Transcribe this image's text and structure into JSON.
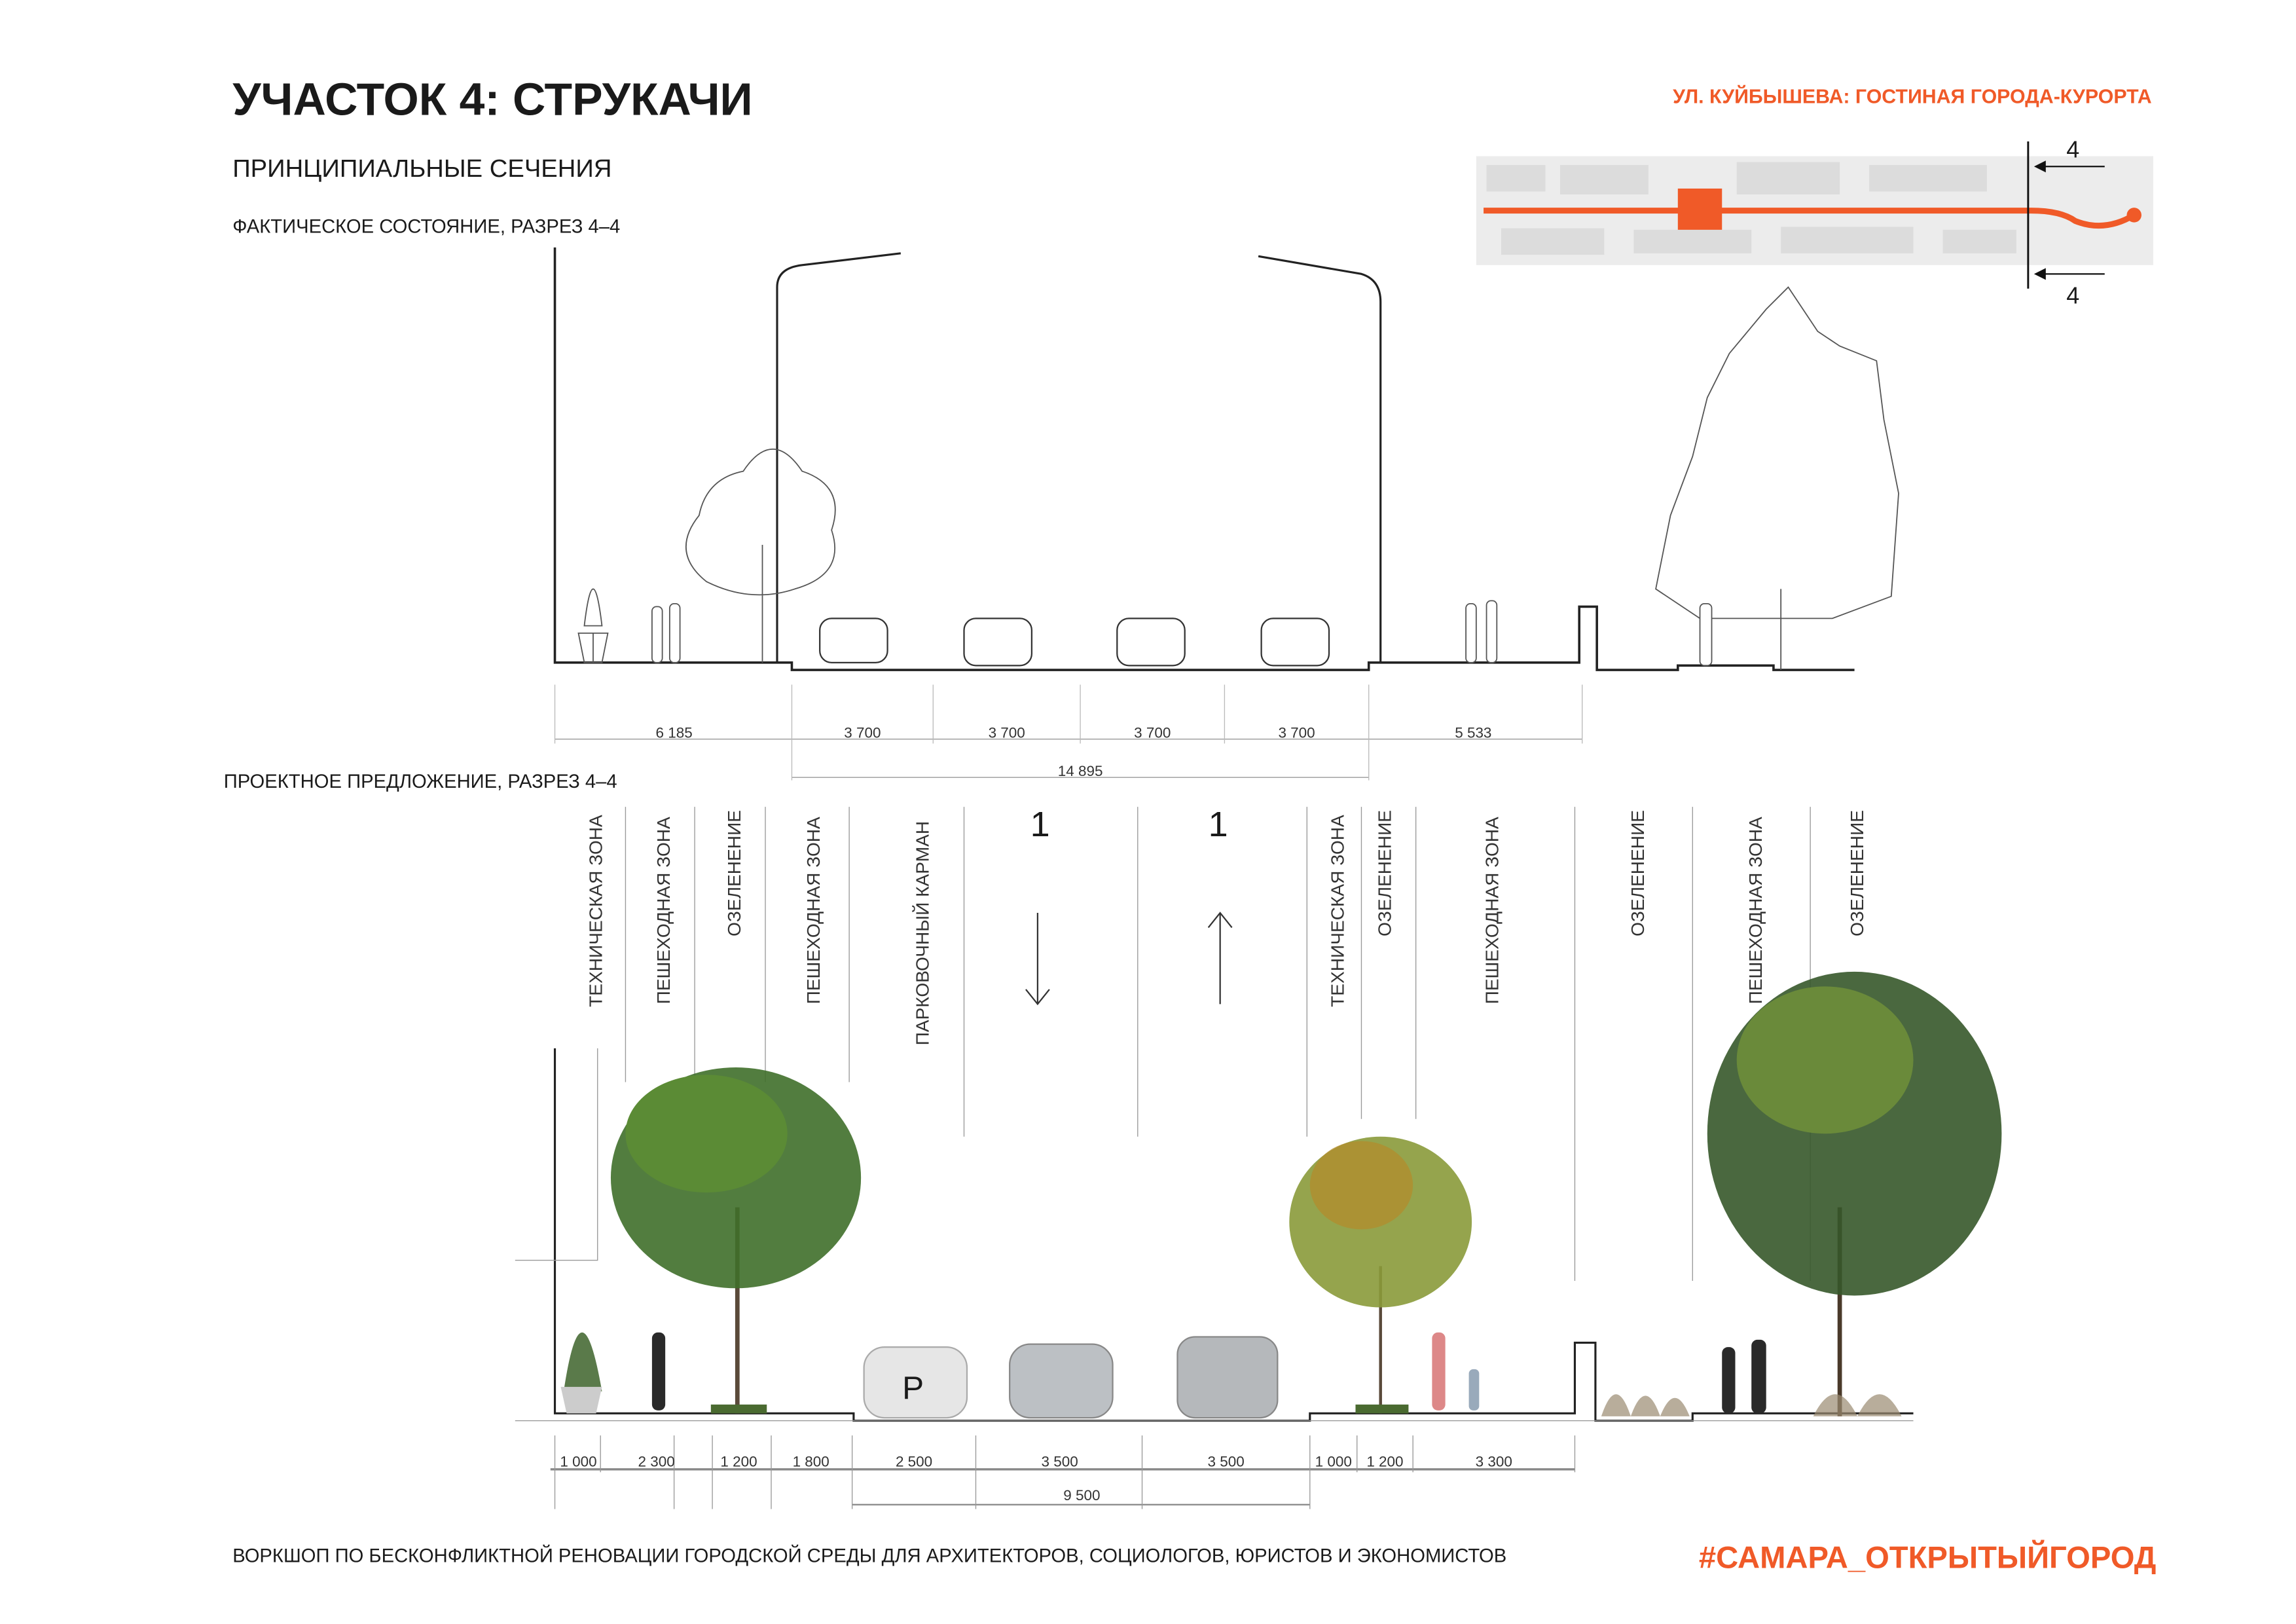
{
  "header": {
    "title": "УЧАСТОК 4: СТРУКАЧИ",
    "subtitle": "ПРИНЦИПИАЛЬНЫЕ СЕЧЕНИЯ",
    "project": "УЛ. КУЙБЫШЕВА: ГОСТИНАЯ ГОРОДА-КУРОРТА"
  },
  "colors": {
    "accent": "#f05a28",
    "text": "#1a1a1a"
  },
  "key_map": {
    "section_label_top": "4",
    "section_label_bottom": "4"
  },
  "existing": {
    "title": "ФАКТИЧЕСКОЕ СОСТОЯНИЕ, РАЗРЕЗ 4–4",
    "dims": [
      "6 185",
      "3 700",
      "3 700",
      "3 700",
      "3 700",
      "5 533"
    ],
    "total": "14 895"
  },
  "proposed": {
    "title": "ПРОЕКТНОЕ ПРЕДЛОЖЕНИЕ, РАЗРЕЗ 4–4",
    "zones": [
      "ТЕХНИЧЕСКАЯ ЗОНА",
      "ПЕШЕХОДНАЯ ЗОНА",
      "ОЗЕЛЕНЕНИЕ",
      "ПЕШЕХОДНАЯ ЗОНА",
      "ПАРКОВОЧНЫЙ КАРМАН",
      "ТЕХНИЧЕСКАЯ ЗОНА",
      "ОЗЕЛЕНЕНИЕ",
      "ПЕШЕХОДНАЯ ЗОНА",
      "ОЗЕЛЕНЕНИЕ",
      "ПЕШЕХОДНАЯ ЗОНА",
      "ОЗЕЛЕНЕНИЕ"
    ],
    "lanes": [
      "1",
      "1"
    ],
    "parking_sign": "P",
    "dims": [
      "1 000",
      "2 300",
      "1 200",
      "1 800",
      "2 500",
      "3 500",
      "3 500",
      "1 000",
      "1 200",
      "3 300"
    ],
    "total": "9 500"
  },
  "footer": {
    "text": "ВОРКШОП ПО БЕСКОНФЛИКТНОЙ РЕНОВАЦИИ ГОРОДСКОЙ СРЕДЫ ДЛЯ АРХИТЕКТОРОВ, СОЦИОЛОГОВ, ЮРИСТОВ И ЭКОНОМИСТОВ",
    "hashtag": "#САМАРА_ОТКРЫТЫЙГОРОД"
  }
}
